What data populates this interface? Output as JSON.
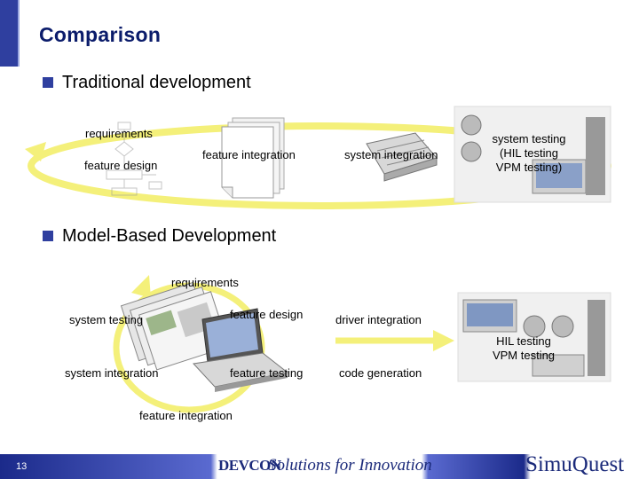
{
  "slide": {
    "title": "Comparison",
    "page_number": "13"
  },
  "traditional": {
    "heading": "Traditional development",
    "requirements": "requirements",
    "feature_design": "feature design",
    "feature_integration": "feature integration",
    "system_integration": "system integration",
    "system_testing": [
      "system testing",
      "(HIL testing",
      "VPM testing)"
    ]
  },
  "model_based": {
    "heading": "Model-Based Development",
    "requirements": "requirements",
    "system_testing": "system testing",
    "feature_design": "feature design",
    "system_integration": "system integration",
    "feature_testing": "feature testing",
    "feature_integration": "feature integration",
    "driver_integration": "driver integration",
    "code_generation": "code generation",
    "hil_testing": [
      "HIL testing",
      "VPM testing"
    ]
  },
  "footer": {
    "devcon": "DEVCON",
    "tagline": "Solutions for Innovation",
    "brand": "SimuQuest"
  },
  "colors": {
    "accent": "#2f3f9f",
    "loop": "#f4f07a",
    "title": "#0b1c6b"
  }
}
